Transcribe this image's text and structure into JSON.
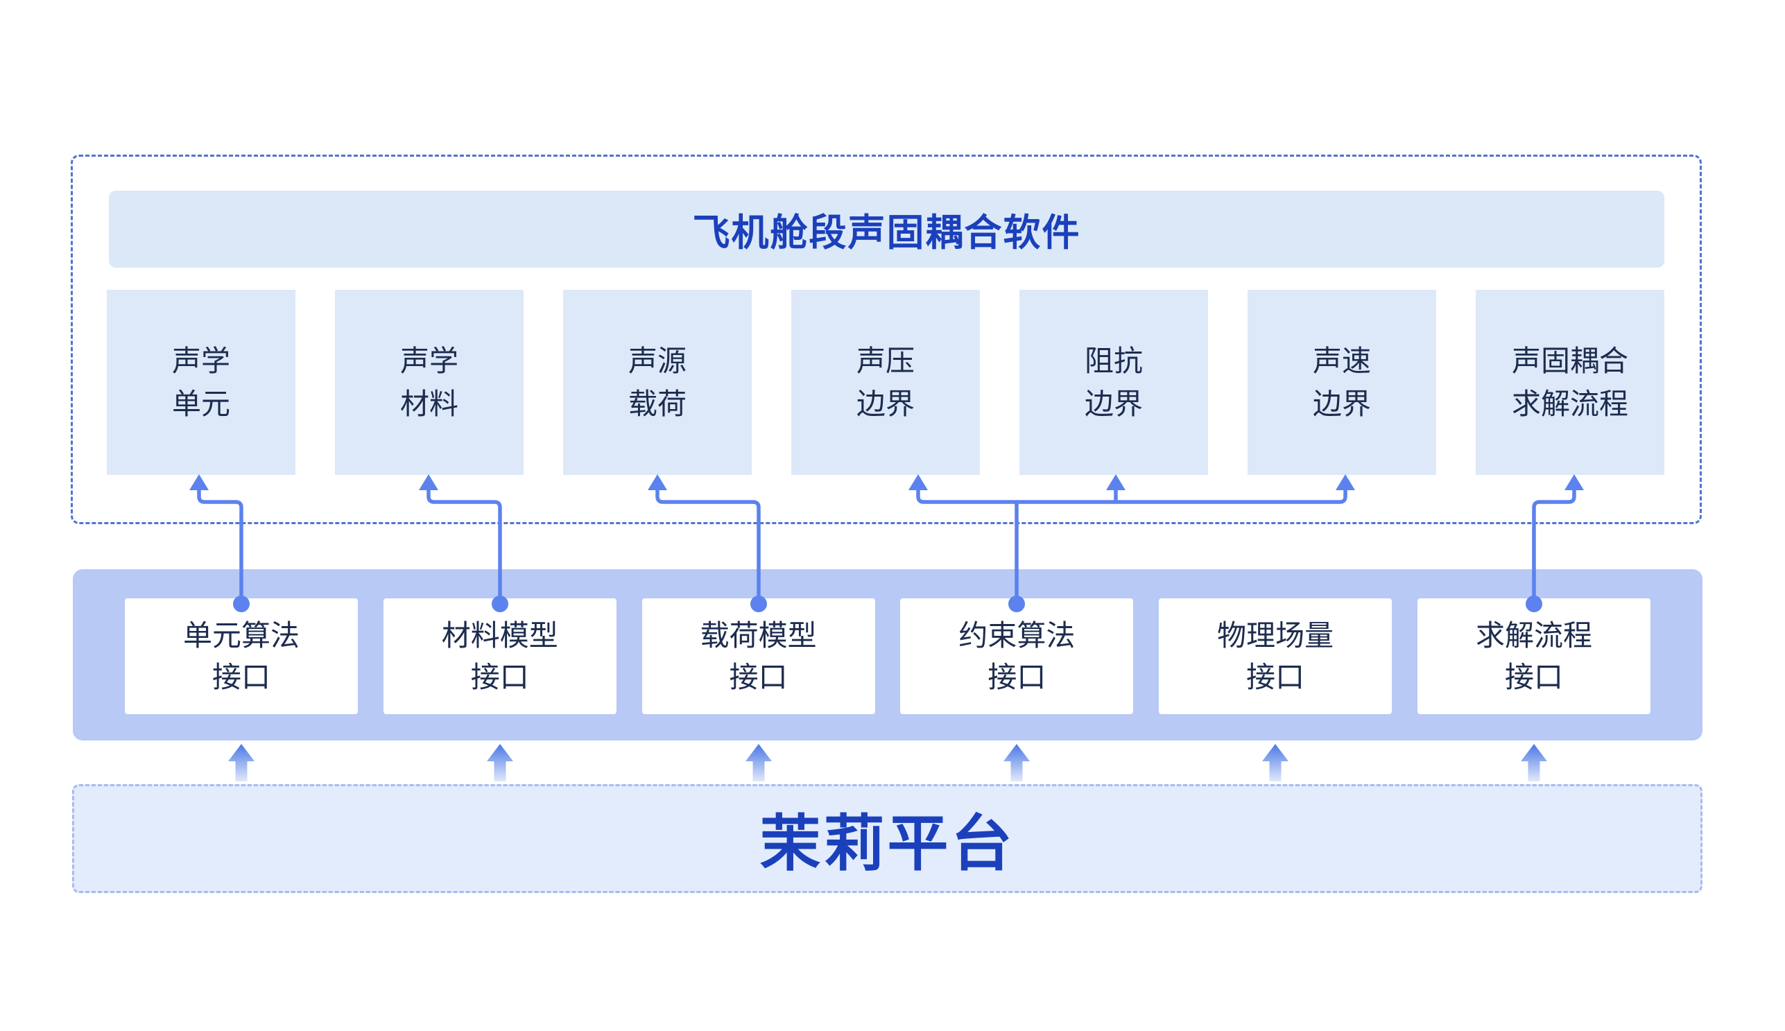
{
  "colors": {
    "panel_border": "#5173cf",
    "light_box_bg": "#dde9f9",
    "header_bg": "#dbe8f8",
    "accent_text_blue": "#1b40bb",
    "box_text_navy": "#1d2c4e",
    "band_bg": "#b7c9f4",
    "interface_box_bg": "#ffffff",
    "connector_blue": "#5b82ee",
    "arrow_gradient_top": "#4573e5",
    "arrow_gradient_bottom": "#e6eefb",
    "platform_bg": "#e3ecfc",
    "platform_border": "#a7baf0"
  },
  "software_panel": {
    "title": "飞机舱段声固耦合软件",
    "modules": [
      {
        "lines": [
          "声学",
          "单元"
        ]
      },
      {
        "lines": [
          "声学",
          "材料"
        ]
      },
      {
        "lines": [
          "声源",
          "载荷"
        ]
      },
      {
        "lines": [
          "声压",
          "边界"
        ]
      },
      {
        "lines": [
          "阻抗",
          "边界"
        ]
      },
      {
        "lines": [
          "声速",
          "边界"
        ]
      },
      {
        "lines": [
          "声固耦合",
          "求解流程"
        ]
      }
    ]
  },
  "interface_band": {
    "interfaces": [
      {
        "lines": [
          "单元算法",
          "接口"
        ]
      },
      {
        "lines": [
          "材料模型",
          "接口"
        ]
      },
      {
        "lines": [
          "载荷模型",
          "接口"
        ]
      },
      {
        "lines": [
          "约束算法",
          "接口"
        ]
      },
      {
        "lines": [
          "物理场量",
          "接口"
        ]
      },
      {
        "lines": [
          "求解流程",
          "接口"
        ]
      }
    ]
  },
  "platform": {
    "label": "茉莉平台"
  },
  "connections": [
    {
      "from": "单元算法接口",
      "to": [
        "声学单元"
      ]
    },
    {
      "from": "材料模型接口",
      "to": [
        "声学材料"
      ]
    },
    {
      "from": "载荷模型接口",
      "to": [
        "声源载荷"
      ]
    },
    {
      "from": "约束算法接口",
      "to": [
        "声压边界",
        "阻抗边界",
        "声速边界"
      ]
    },
    {
      "from": "求解流程接口",
      "to": [
        "声固耦合求解流程"
      ]
    },
    {
      "from": "茉莉平台",
      "to": [
        "单元算法接口",
        "材料模型接口",
        "载荷模型接口",
        "约束算法接口",
        "物理场量接口",
        "求解流程接口"
      ]
    }
  ]
}
